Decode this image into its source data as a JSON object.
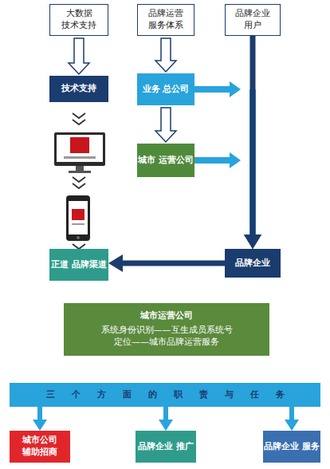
{
  "diagram": {
    "nodes": [
      {
        "text": [
          "大数据 技术支持"
        ]
      },
      {
        "text": [
          "品牌运营 服务体系"
        ]
      },
      {
        "text": [
          "品牌企业 用户"
        ]
      },
      {
        "text": [
          "技术支持"
        ]
      },
      {
        "text": [
          "业务 总公司"
        ]
      },
      {
        "text": [
          "城市 运营公司"
        ]
      },
      {
        "text": [
          "正道 品牌渠道"
        ]
      },
      {
        "text": [
          "品牌企业"
        ]
      },
      {
        "text": [
          "城市运营公司",
          "系统身份识别——互生成员系统号",
          "定位——城市品牌运营服务"
        ]
      },
      {
        "text": [
          "三个方面的职责与任务"
        ]
      },
      {
        "text": [
          "城市公司 辅助招商"
        ]
      },
      {
        "text": [
          "品牌企业 推广"
        ]
      },
      {
        "text": [
          "品牌企业 服务"
        ]
      }
    ],
    "edges": [
      {
        "from": 0,
        "to": 3,
        "arrow": "to"
      },
      {
        "from": 1,
        "to": 4,
        "arrow": "to"
      },
      {
        "from": 4,
        "to": 5,
        "arrow": "to"
      },
      {
        "from": 3,
        "to": 6,
        "arrow": "to"
      },
      {
        "from": 4,
        "to": 7,
        "arrow": "to"
      },
      {
        "from": 5,
        "to": 7,
        "arrow": "to"
      },
      {
        "from": 2,
        "to": 7,
        "arrow": "to"
      },
      {
        "from": 7,
        "to": 6,
        "arrow": "to"
      },
      {
        "from": 9,
        "to": 10,
        "arrow": "to"
      },
      {
        "from": 9,
        "to": 11,
        "arrow": "to"
      },
      {
        "from": 9,
        "to": 12,
        "arrow": "to"
      }
    ]
  }
}
